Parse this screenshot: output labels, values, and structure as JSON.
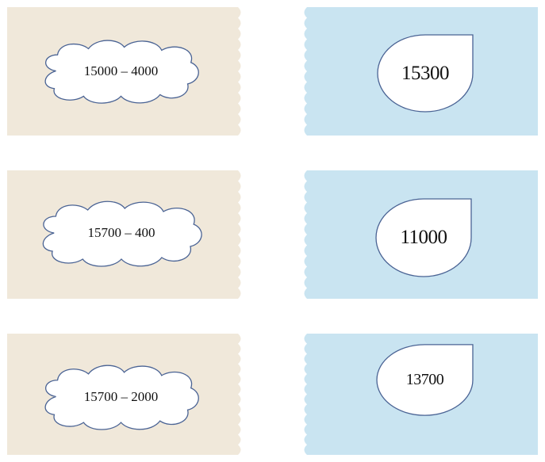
{
  "colors": {
    "left_card_bg": "#f0e8da",
    "right_card_bg": "#c9e4f1",
    "shape_fill": "#ffffff",
    "shape_stroke": "#4a6394"
  },
  "rows": [
    {
      "expression": "15000 – 4000",
      "result": "15300"
    },
    {
      "expression": "15700 – 400",
      "result": "11000"
    },
    {
      "expression": "15700 – 2000",
      "result": "13700"
    }
  ]
}
